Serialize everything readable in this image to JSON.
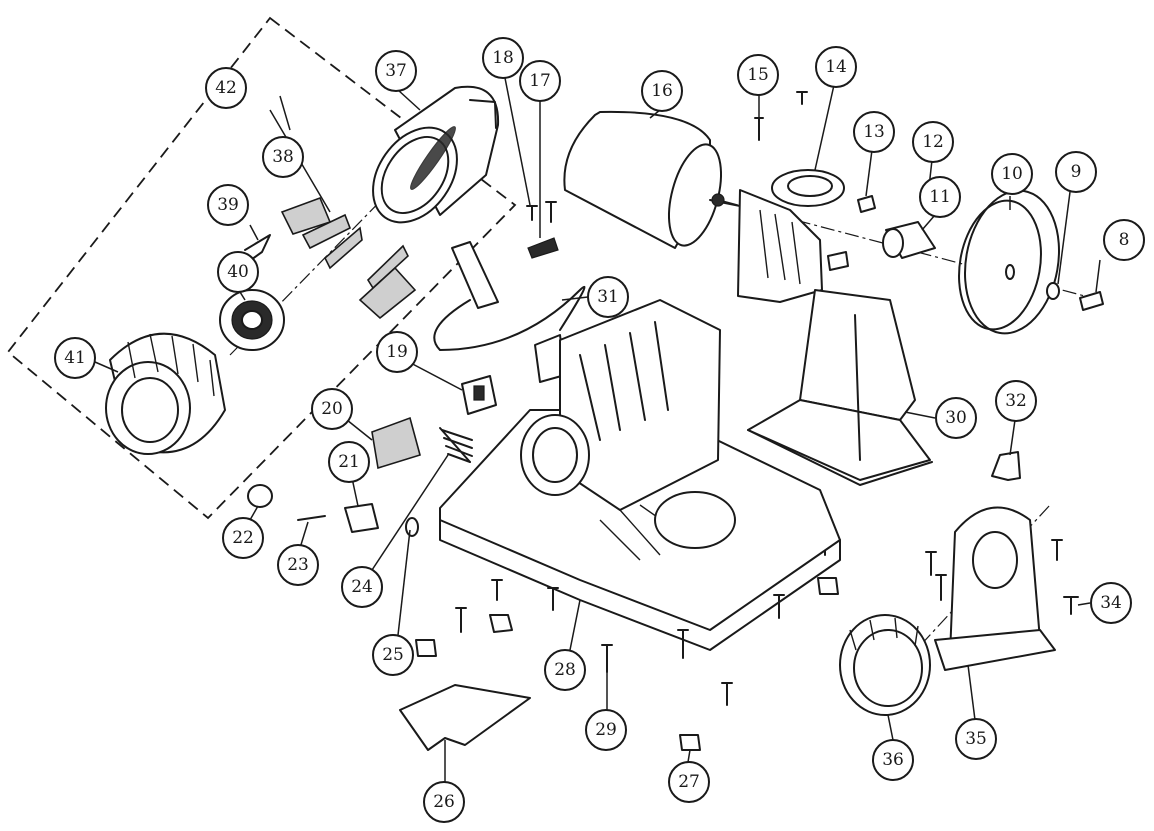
{
  "callouts": [
    {
      "num": "8"
    },
    {
      "num": "9"
    },
    {
      "num": "10"
    },
    {
      "num": "11"
    },
    {
      "num": "12"
    },
    {
      "num": "13"
    },
    {
      "num": "14"
    },
    {
      "num": "15"
    },
    {
      "num": "16"
    },
    {
      "num": "17"
    },
    {
      "num": "18"
    },
    {
      "num": "19"
    },
    {
      "num": "20"
    },
    {
      "num": "21"
    },
    {
      "num": "22"
    },
    {
      "num": "23"
    },
    {
      "num": "24"
    },
    {
      "num": "25"
    },
    {
      "num": "26"
    },
    {
      "num": "27"
    },
    {
      "num": "28"
    },
    {
      "num": "29"
    },
    {
      "num": "30"
    },
    {
      "num": "31"
    },
    {
      "num": "32"
    },
    {
      "num": "34"
    },
    {
      "num": "35"
    },
    {
      "num": "36"
    },
    {
      "num": "37"
    },
    {
      "num": "38"
    },
    {
      "num": "39"
    },
    {
      "num": "40"
    },
    {
      "num": "41"
    },
    {
      "num": "42"
    }
  ]
}
